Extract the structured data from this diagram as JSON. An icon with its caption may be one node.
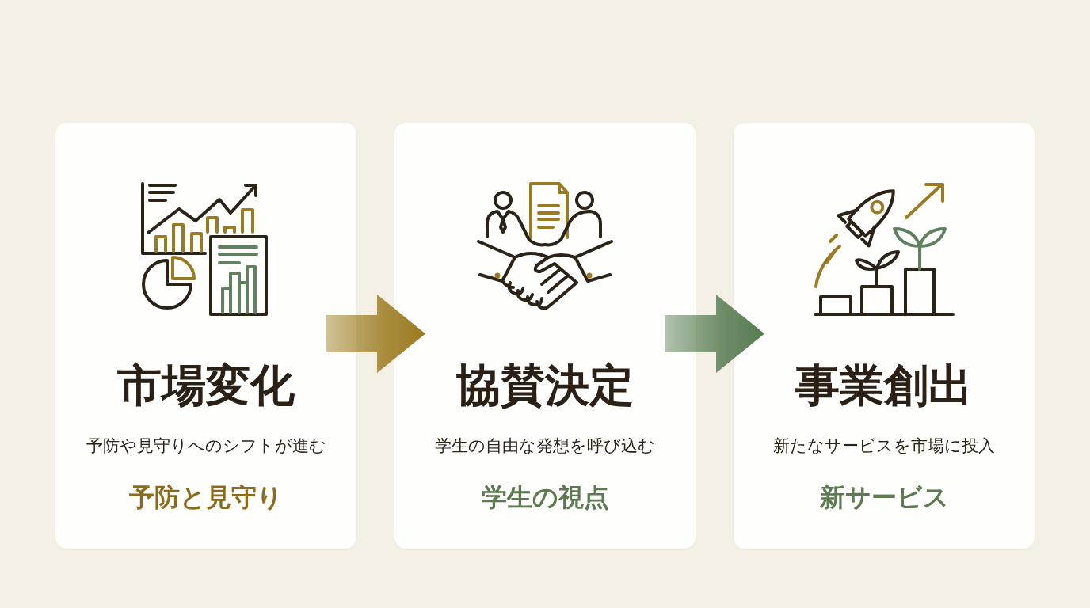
{
  "diagram": {
    "nodes": [
      {
        "text": [
          "市場変化",
          "予防や見守りへのシフトが進む",
          "予防と見守り"
        ]
      },
      {
        "text": [
          "協賛決定",
          "学生の自由な発想を呼び込む",
          "学生の視点"
        ]
      },
      {
        "text": [
          "事業創出",
          "新たなサービスを市場に投入",
          "新サービス"
        ]
      }
    ],
    "edges": [
      {
        "from": 0,
        "to": 1,
        "arrow": "to",
        "color": "#9a7a1e"
      },
      {
        "from": 1,
        "to": 2,
        "arrow": "to",
        "color": "#557a4f"
      }
    ]
  }
}
